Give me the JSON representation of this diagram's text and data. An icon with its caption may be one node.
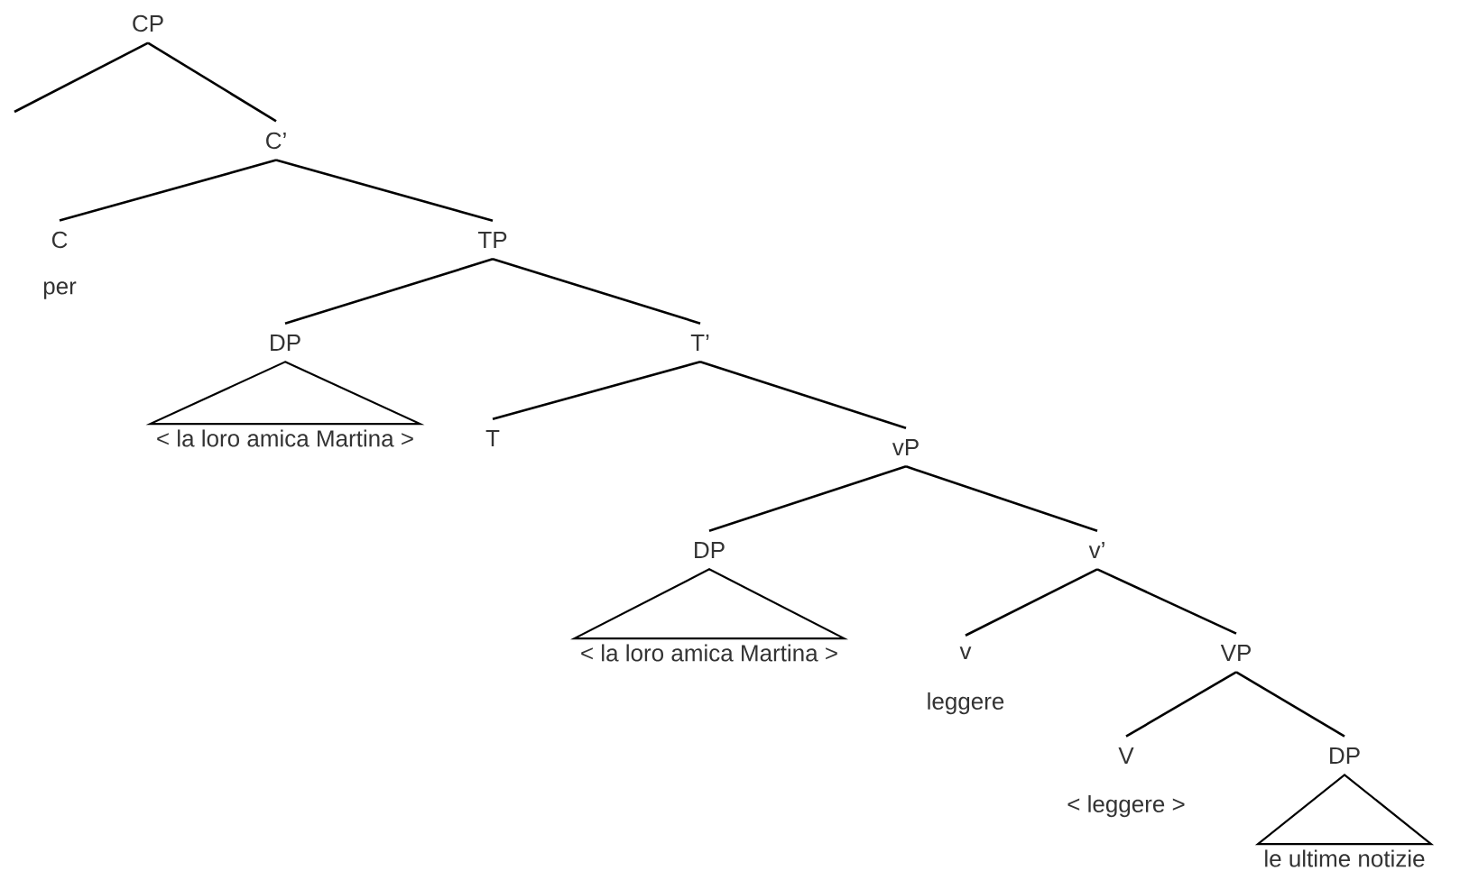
{
  "diagram": {
    "nodes": [
      {
        "text": [
          "CP"
        ]
      },
      {
        "text": [
          "C’"
        ]
      },
      {
        "text": [
          "C"
        ],
        "beside": [
          "per"
        ]
      },
      {
        "text": [
          "TP"
        ]
      },
      {
        "text": [
          "DP"
        ]
      },
      {
        "text": [
          "< la loro amica Martina >"
        ]
      },
      {
        "text": [
          "T’"
        ]
      },
      {
        "text": [
          "T"
        ]
      },
      {
        "text": [
          "vP"
        ]
      },
      {
        "text": [
          "DP"
        ]
      },
      {
        "text": [
          "< la loro amica Martina >"
        ]
      },
      {
        "text": [
          "v’"
        ]
      },
      {
        "text": [
          "v"
        ],
        "beside": [
          "leggere"
        ]
      },
      {
        "text": [
          "VP"
        ]
      },
      {
        "text": [
          "V"
        ],
        "beside": [
          "< leggere >"
        ]
      },
      {
        "text": [
          "DP"
        ]
      },
      {
        "text": [
          "le ultime notizie"
        ]
      }
    ],
    "edges": [
      {
        "from": 0,
        "to": null,
        "arrow": "none"
      },
      {
        "from": 0,
        "to": 1,
        "arrow": "none"
      },
      {
        "from": 1,
        "to": 2,
        "arrow": "none"
      },
      {
        "from": 1,
        "to": 3,
        "arrow": "none"
      },
      {
        "from": 3,
        "to": 4,
        "arrow": "none"
      },
      {
        "from": 4,
        "to": 5,
        "arrow": "none"
      },
      {
        "from": 3,
        "to": 6,
        "arrow": "none"
      },
      {
        "from": 6,
        "to": 7,
        "arrow": "none"
      },
      {
        "from": 6,
        "to": 8,
        "arrow": "none"
      },
      {
        "from": 8,
        "to": 9,
        "arrow": "none"
      },
      {
        "from": 9,
        "to": 10,
        "arrow": "none"
      },
      {
        "from": 8,
        "to": 11,
        "arrow": "none"
      },
      {
        "from": 11,
        "to": 12,
        "arrow": "none"
      },
      {
        "from": 11,
        "to": 13,
        "arrow": "none"
      },
      {
        "from": 13,
        "to": 14,
        "arrow": "none"
      },
      {
        "from": 13,
        "to": 15,
        "arrow": "none"
      },
      {
        "from": 15,
        "to": 16,
        "arrow": "none"
      }
    ]
  }
}
